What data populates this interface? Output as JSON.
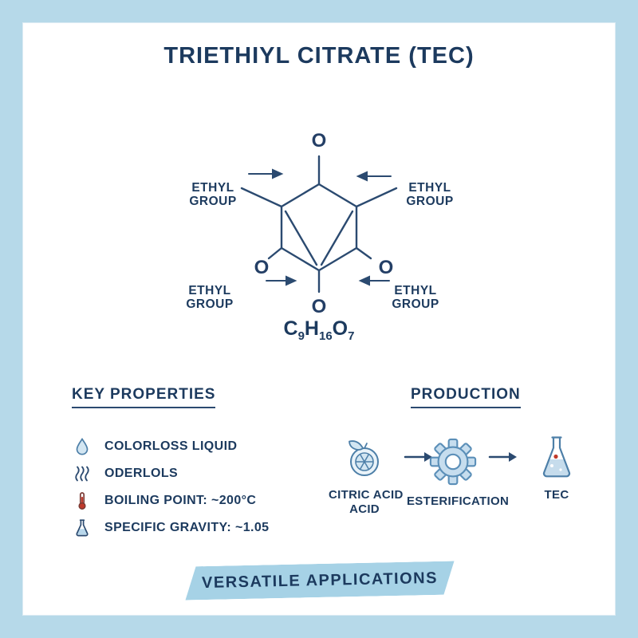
{
  "title": "TRIETHIYL CITRATE (TEC)",
  "molecule": {
    "oxygen_top": "O",
    "oxygen_bottom": "O",
    "oxygen_bottom_left": "O",
    "oxygen_bottom_right": "O",
    "groups": {
      "top_left": {
        "line1": "ETHYL",
        "line2": "GROUP"
      },
      "top_right": {
        "line1": "ETHYL",
        "line2": "GROUP"
      },
      "bottom_left": {
        "line1": "ETHYL",
        "line2": "GROUP"
      },
      "bottom_right": {
        "line1": "ETHYL",
        "line2": "GROUP"
      }
    },
    "formula": {
      "c": "C",
      "c_sub": "9",
      "h": "H",
      "h_sub": "16",
      "o": "O",
      "o_sub": "7"
    }
  },
  "key_properties": {
    "heading": "KEY PROPERTIES",
    "items": [
      {
        "icon": "droplet-icon",
        "label": "COLORLOSS LIQUID"
      },
      {
        "icon": "odor-waves-icon",
        "label": "ODERLOLS"
      },
      {
        "icon": "thermometer-icon",
        "label": "BOILING POINT: ~200°C"
      },
      {
        "icon": "flask-icon",
        "label": "SPECIFIC GRAVITY: ~1.05"
      }
    ]
  },
  "production": {
    "heading": "PRODUCTION",
    "steps": [
      {
        "icon": "citrus-icon",
        "label1": "CITRIC ACID",
        "label2": "ACID"
      },
      {
        "icon": "gear-icon",
        "label1": "ESTERIFICATION"
      },
      {
        "icon": "flask-icon",
        "label1": "TEC"
      }
    ]
  },
  "banner": {
    "label": "VERSATILE APPLICATIONS"
  },
  "colors": {
    "frame_blue": "#b6d9e9",
    "card_white": "#ffffff",
    "navy": "#1c3a5e",
    "structure_navy": "#2b4a70",
    "steel_blue": "#4d7fa8",
    "icon_fill_blue": "#d3e6f2",
    "ribbon_blue": "#a6d2e6",
    "accent_red": "#c0392b"
  }
}
